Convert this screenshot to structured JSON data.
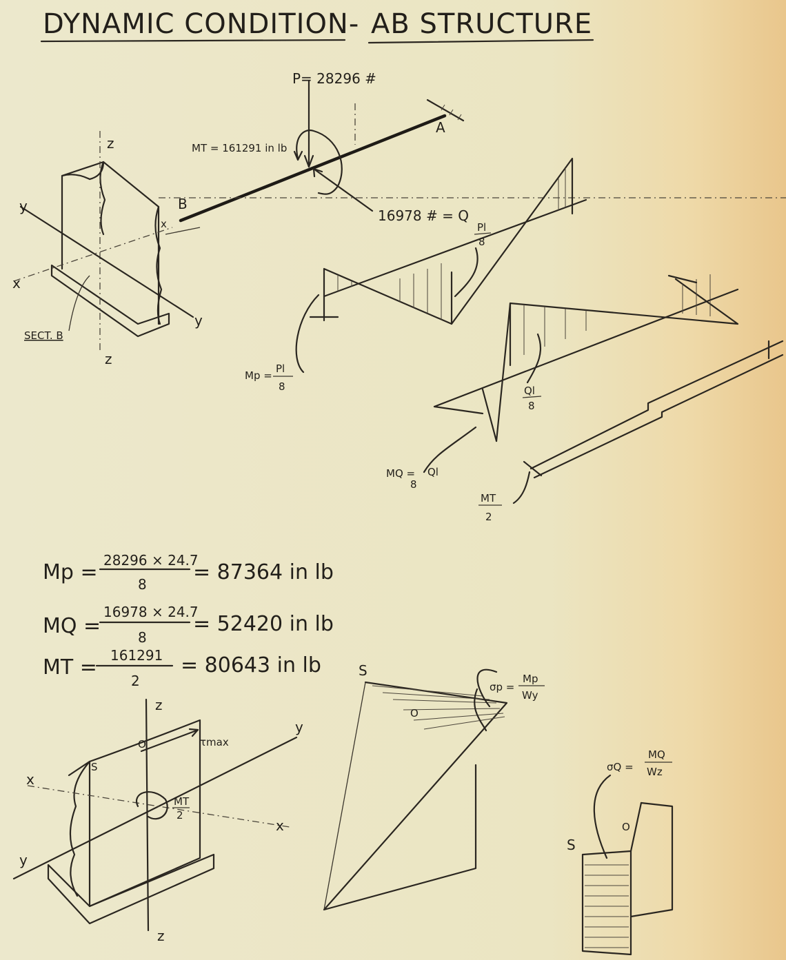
{
  "title": {
    "part1": "DYNAMIC CONDITION-",
    "part2": "AB STRUCTURE"
  },
  "beam": {
    "load_p": "P= 28296 #",
    "torque": "MT = 161291 in lb",
    "load_q": "16978 # = Q",
    "end_a": "A",
    "end_b": "B"
  },
  "section_b": {
    "label": "SECT. B",
    "axis_y1": "y",
    "axis_y2": "y",
    "axis_x1": "x",
    "axis_x2": "x",
    "axis_z1": "z",
    "axis_z2": "z"
  },
  "diagrams": {
    "mp_peak": {
      "num": "Pl",
      "den": "8"
    },
    "mp_label": {
      "lhs": "Mp =",
      "num": "Pl",
      "den": "8"
    },
    "mq_peak": {
      "num": "Ql",
      "den": "8"
    },
    "mq_label": {
      "lhs": "MQ =",
      "num": "Ql",
      "den": "8"
    },
    "mt_label": {
      "num": "MT",
      "den": "2"
    }
  },
  "equations": [
    {
      "lhs": "Mp =",
      "num": "28296 × 24.7",
      "den": "8",
      "result": "= 87364 in lb"
    },
    {
      "lhs": "MQ =",
      "num": "16978 × 24.7",
      "den": "8",
      "result": "= 52420 in lb"
    },
    {
      "lhs": "MT =",
      "num": "161291",
      "den": "2",
      "result": "= 80643 in lb"
    }
  ],
  "section_bottom": {
    "z1": "z",
    "z2": "z",
    "y1": "y",
    "y2": "y",
    "x1": "x",
    "x2": "x",
    "s": "S",
    "o": "O",
    "tau": "τmax",
    "mt_num": "MT",
    "mt_den": "2"
  },
  "stress_p": {
    "lhs": "σp =",
    "num": "Mp",
    "den": "Wy",
    "s": "S",
    "o": "O"
  },
  "stress_q": {
    "lhs": "σQ =",
    "num": "MQ",
    "den": "Wz",
    "s": "S",
    "o": "O"
  }
}
